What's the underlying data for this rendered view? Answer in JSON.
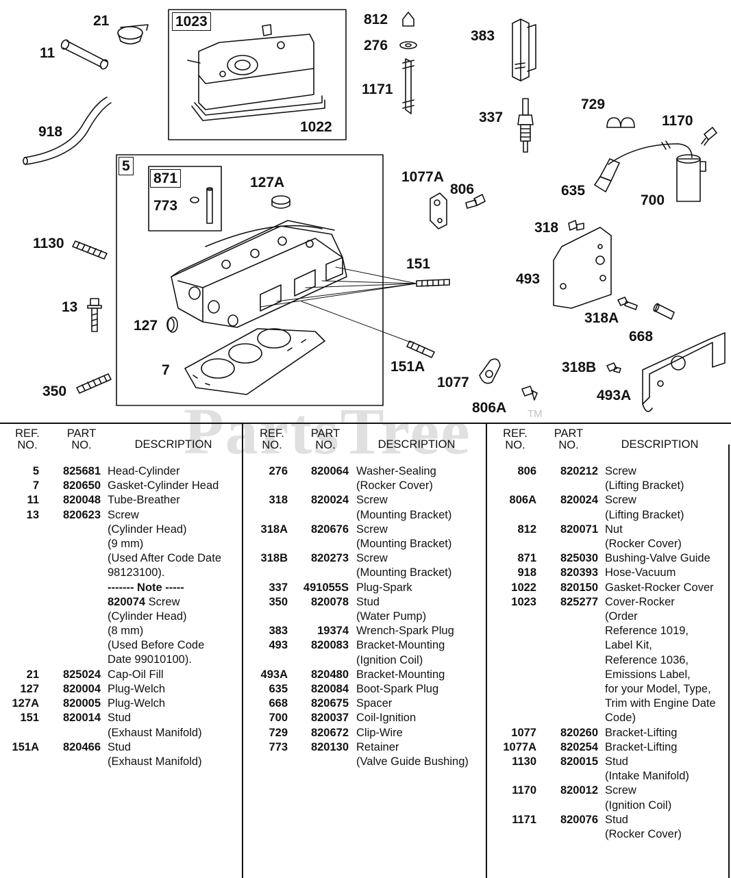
{
  "callouts": [
    "21",
    "11",
    "918",
    "1023",
    "1022",
    "812",
    "276",
    "1171",
    "383",
    "337",
    "729",
    "1170",
    "635",
    "700",
    "5",
    "871",
    "773",
    "127A",
    "1077A",
    "806",
    "318",
    "1130",
    "151",
    "493",
    "13",
    "127",
    "318A",
    "668",
    "7",
    "151A",
    "1077",
    "318B",
    "350",
    "806A",
    "493A"
  ],
  "watermark": "PartsTree",
  "watermark_tm": "TM",
  "headers": {
    "ref_line1": "REF.",
    "ref_line2": "NO.",
    "part_line1": "PART",
    "part_line2": "NO.",
    "desc": "DESCRIPTION"
  },
  "columns": [
    [
      {
        "ref": "5",
        "part": "825681",
        "desc": [
          "Head-Cylinder"
        ]
      },
      {
        "ref": "7",
        "part": "820650",
        "desc": [
          "Gasket-Cylinder Head"
        ]
      },
      {
        "ref": "11",
        "part": "820048",
        "desc": [
          "Tube-Breather"
        ]
      },
      {
        "ref": "13",
        "part": "820623",
        "desc": [
          "Screw",
          "(Cylinder Head)",
          "(9 mm)",
          "(Used After Code Date",
          "98123100).",
          "------- Note -----",
          "820074 Screw",
          "(Cylinder Head)",
          "(8 mm)",
          "(Used Before Code",
          "Date 99010100)."
        ]
      },
      {
        "ref": "21",
        "part": "825024",
        "desc": [
          "Cap-Oil Fill"
        ]
      },
      {
        "ref": "127",
        "part": "820004",
        "desc": [
          "Plug-Welch"
        ]
      },
      {
        "ref": "127A",
        "part": "820005",
        "desc": [
          "Plug-Welch"
        ]
      },
      {
        "ref": "151",
        "part": "820014",
        "desc": [
          "Stud",
          "(Exhaust Manifold)"
        ]
      },
      {
        "ref": "151A",
        "part": "820466",
        "desc": [
          "Stud",
          "(Exhaust Manifold)"
        ]
      }
    ],
    [
      {
        "ref": "276",
        "part": "820064",
        "desc": [
          "Washer-Sealing",
          "(Rocker Cover)"
        ]
      },
      {
        "ref": "318",
        "part": "820024",
        "desc": [
          "Screw",
          "(Mounting Bracket)"
        ]
      },
      {
        "ref": "318A",
        "part": "820676",
        "desc": [
          "Screw",
          "(Mounting Bracket)"
        ]
      },
      {
        "ref": "318B",
        "part": "820273",
        "desc": [
          "Screw",
          "(Mounting Bracket)"
        ]
      },
      {
        "ref": "337",
        "part": "491055S",
        "desc": [
          "Plug-Spark"
        ]
      },
      {
        "ref": "350",
        "part": "820078",
        "desc": [
          "Stud",
          "(Water Pump)"
        ]
      },
      {
        "ref": "383",
        "part": "19374",
        "desc": [
          "Wrench-Spark Plug"
        ]
      },
      {
        "ref": "493",
        "part": "820083",
        "desc": [
          "Bracket-Mounting",
          "(Ignition Coil)"
        ]
      },
      {
        "ref": "493A",
        "part": "820480",
        "desc": [
          "Bracket-Mounting"
        ]
      },
      {
        "ref": "635",
        "part": "820084",
        "desc": [
          "Boot-Spark Plug"
        ]
      },
      {
        "ref": "668",
        "part": "820675",
        "desc": [
          "Spacer"
        ]
      },
      {
        "ref": "700",
        "part": "820037",
        "desc": [
          "Coil-Ignition"
        ]
      },
      {
        "ref": "729",
        "part": "820672",
        "desc": [
          "Clip-Wire"
        ]
      },
      {
        "ref": "773",
        "part": "820130",
        "desc": [
          "Retainer",
          "(Valve Guide Bushing)"
        ]
      }
    ],
    [
      {
        "ref": "806",
        "part": "820212",
        "desc": [
          "Screw",
          "(Lifting Bracket)"
        ]
      },
      {
        "ref": "806A",
        "part": "820024",
        "desc": [
          "Screw",
          "(Lifting Bracket)"
        ]
      },
      {
        "ref": "812",
        "part": "820071",
        "desc": [
          "Nut",
          "(Rocker Cover)"
        ]
      },
      {
        "ref": "871",
        "part": "825030",
        "desc": [
          "Bushing-Valve Guide"
        ]
      },
      {
        "ref": "918",
        "part": "820393",
        "desc": [
          "Hose-Vacuum"
        ]
      },
      {
        "ref": "1022",
        "part": "820150",
        "desc": [
          "Gasket-Rocker Cover"
        ]
      },
      {
        "ref": "1023",
        "part": "825277",
        "desc": [
          "Cover-Rocker",
          "(Order",
          "Reference 1019,",
          "Label Kit,",
          "Reference 1036,",
          "Emissions Label,",
          "for your Model, Type,",
          "Trim with Engine Date",
          "Code)"
        ]
      },
      {
        "ref": "1077",
        "part": "820260",
        "desc": [
          "Bracket-Lifting"
        ]
      },
      {
        "ref": "1077A",
        "part": "820254",
        "desc": [
          "Bracket-Lifting"
        ]
      },
      {
        "ref": "1130",
        "part": "820015",
        "desc": [
          "Stud",
          "(Intake Manifold)"
        ]
      },
      {
        "ref": "1170",
        "part": "820012",
        "desc": [
          "Screw",
          "(Ignition Coil)"
        ]
      },
      {
        "ref": "1171",
        "part": "820076",
        "desc": [
          "Stud",
          "(Rocker Cover)"
        ]
      }
    ]
  ]
}
